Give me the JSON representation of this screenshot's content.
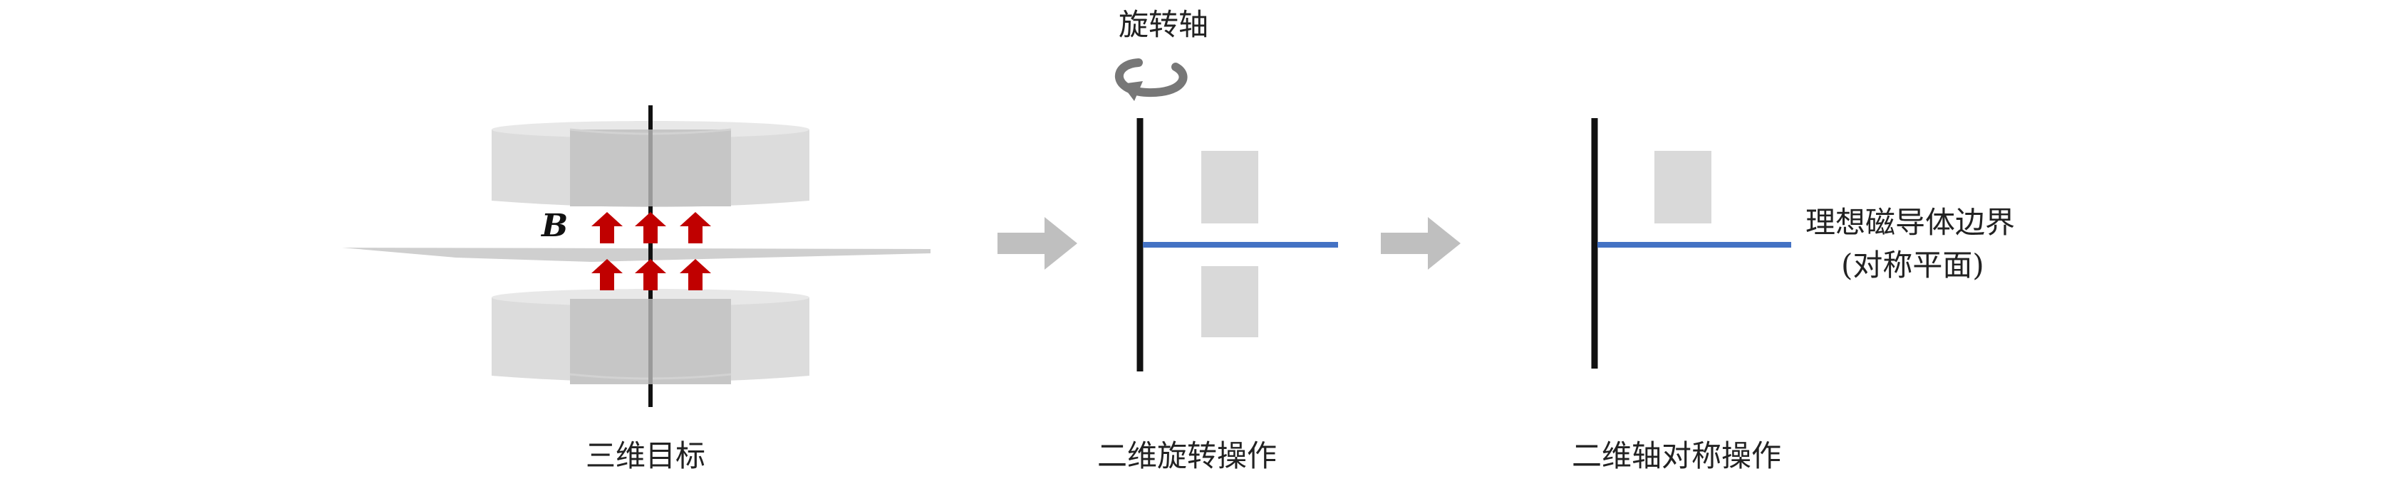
{
  "labels": {
    "field_symbol": "B",
    "rotation_axis": "旋转轴",
    "boundary_line1": "理想磁导体边界",
    "boundary_line2": "(对称平面)"
  },
  "captions": {
    "panel1": "三维目标",
    "panel2": "二维旋转操作",
    "panel3": "二维轴对称操作"
  },
  "icons": {
    "arrow_up": "red-up-arrow",
    "arrow_right": "gray-right-arrow",
    "rotation": "curved-rotation-arrow"
  },
  "colors": {
    "field_arrow": "#c00000",
    "boundary_line": "#4472c4",
    "axis": "#111111",
    "cylinder_light": "#dddddd",
    "cylinder_dark": "#c8c8c8",
    "process_arrow": "#bfbfbf"
  }
}
